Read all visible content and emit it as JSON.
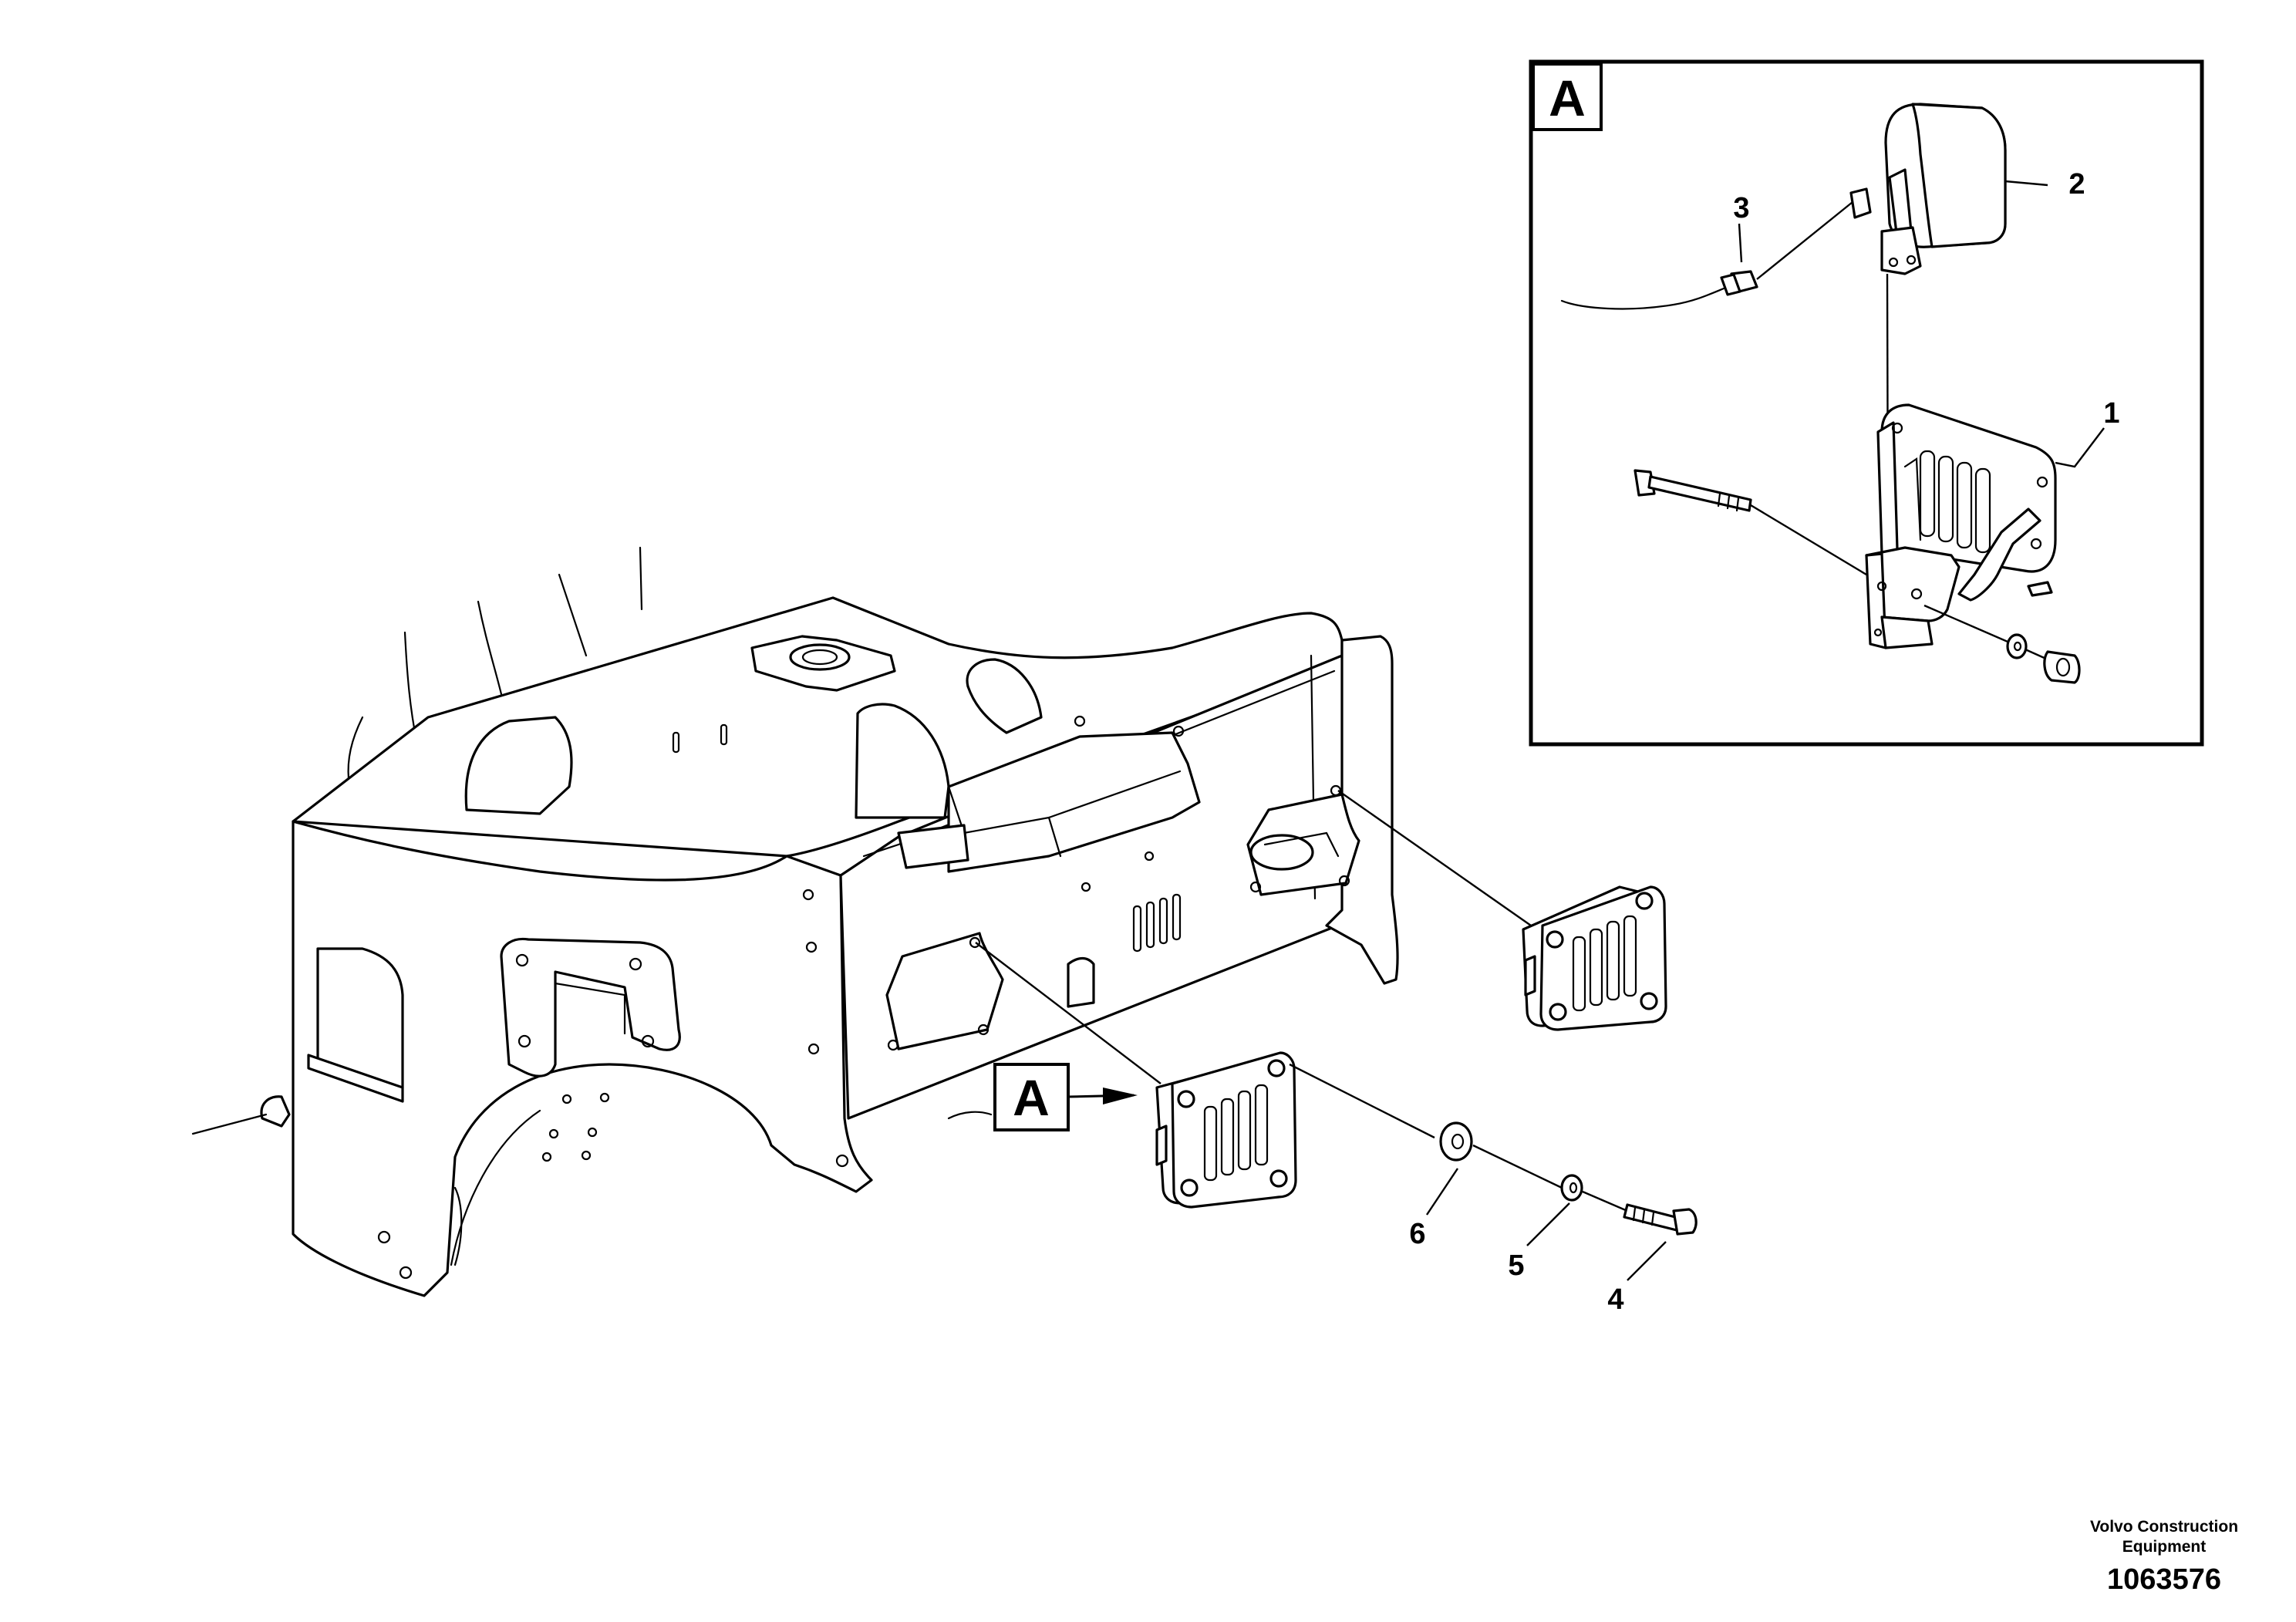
{
  "labels": {
    "detail_box_letter": "A",
    "callout_letter": "A",
    "part_1": "1",
    "part_2": "2",
    "part_3": "3",
    "part_4": "4",
    "part_5": "5",
    "part_6": "6"
  },
  "footer": {
    "company_line1": "Volvo Construction",
    "company_line2": "Equipment",
    "drawing_number": "1063576"
  }
}
